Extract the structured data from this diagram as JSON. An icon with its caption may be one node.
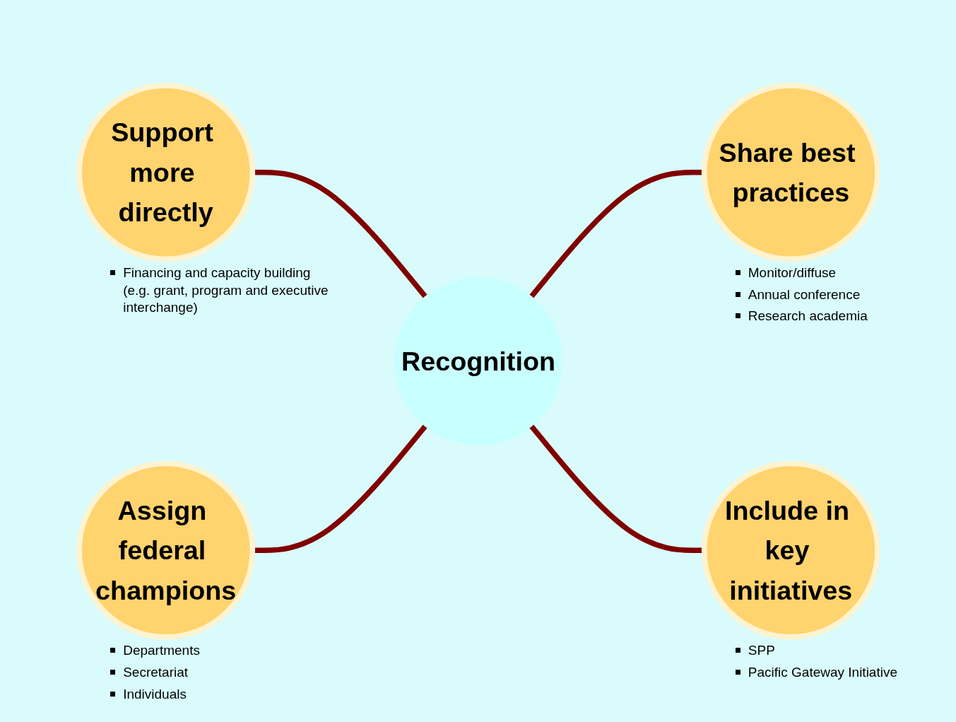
{
  "diagram": {
    "nodes": [
      {
        "text": [
          "Recognition"
        ]
      },
      {
        "text": [
          "Support more directly"
        ],
        "beside": [
          "Financing and capacity building (e.g. grant, program and executive interchange)"
        ]
      },
      {
        "text": [
          "Assign federal champions"
        ],
        "beside": [
          "Departments",
          "Secretariat",
          "Individuals"
        ]
      },
      {
        "text": [
          "Share best practices"
        ],
        "beside": [
          "Monitor/diffuse",
          "Annual conference",
          "Research academia"
        ]
      },
      {
        "text": [
          "Include in key initiatives"
        ],
        "beside": [
          "SPP",
          "Pacific Gateway Initiative"
        ]
      }
    ],
    "edges": [
      {
        "from": 1,
        "to": 0,
        "arrow": "none"
      },
      {
        "from": 2,
        "to": 0,
        "arrow": "none"
      },
      {
        "from": 0,
        "to": 3,
        "arrow": "none"
      },
      {
        "from": 0,
        "to": 4,
        "arrow": "none"
      }
    ]
  }
}
